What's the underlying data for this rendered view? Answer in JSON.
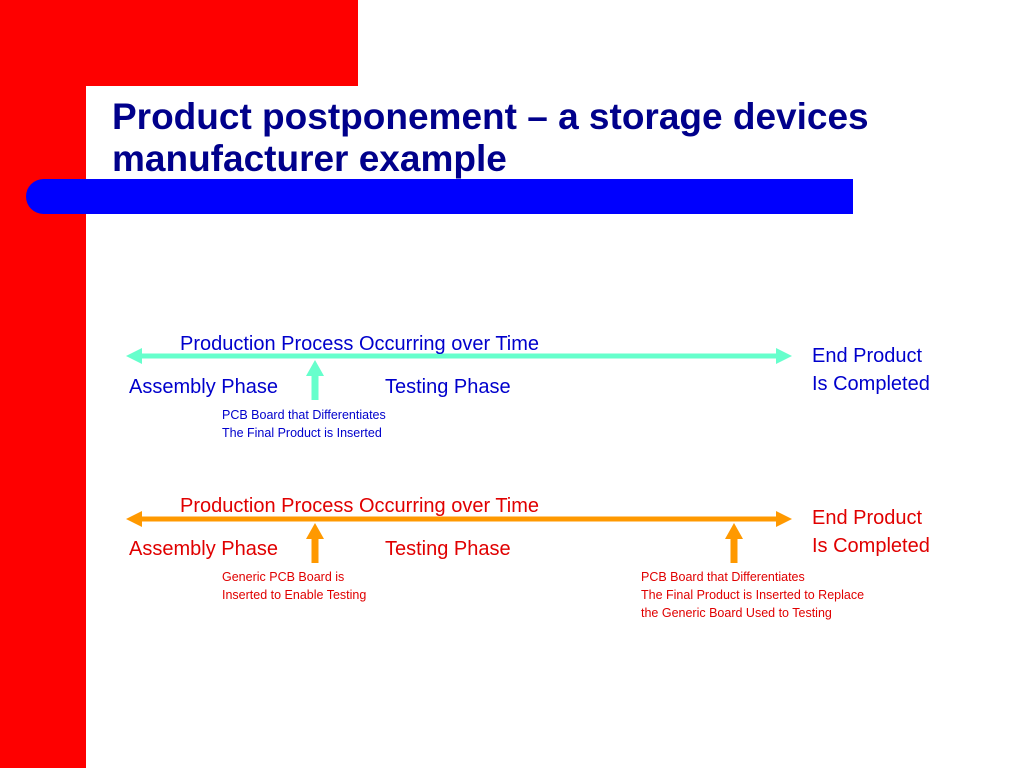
{
  "colors": {
    "red": "#fe0000",
    "blue_bar": "#0000fe",
    "title": "#00008b",
    "label_blue": "#0000cc",
    "label_red": "#e00000",
    "arrow_top": "#66ffcc",
    "arrow_bottom": "#ff9900"
  },
  "title": {
    "line1": "Product postponement – a storage devices",
    "line2": "manufacturer example"
  },
  "diagram_top": {
    "process_label": "Production Process Occurring over Time",
    "end_label": {
      "line1": "End Product",
      "line2": "Is Completed"
    },
    "assembly_label": "Assembly Phase",
    "testing_label": "Testing Phase",
    "note": {
      "line1": "PCB Board that Differentiates",
      "line2": "The Final Product is Inserted"
    }
  },
  "diagram_bottom": {
    "process_label": "Production Process Occurring over Time",
    "end_label": {
      "line1": "End Product",
      "line2": "Is Completed"
    },
    "assembly_label": "Assembly Phase",
    "testing_label": "Testing Phase",
    "note_generic": {
      "line1": "Generic PCB Board is",
      "line2": "Inserted to Enable Testing"
    },
    "note_final": {
      "line1": "PCB Board that Differentiates",
      "line2": "The Final Product is Inserted to Replace",
      "line3": "the Generic Board Used to Testing"
    }
  }
}
